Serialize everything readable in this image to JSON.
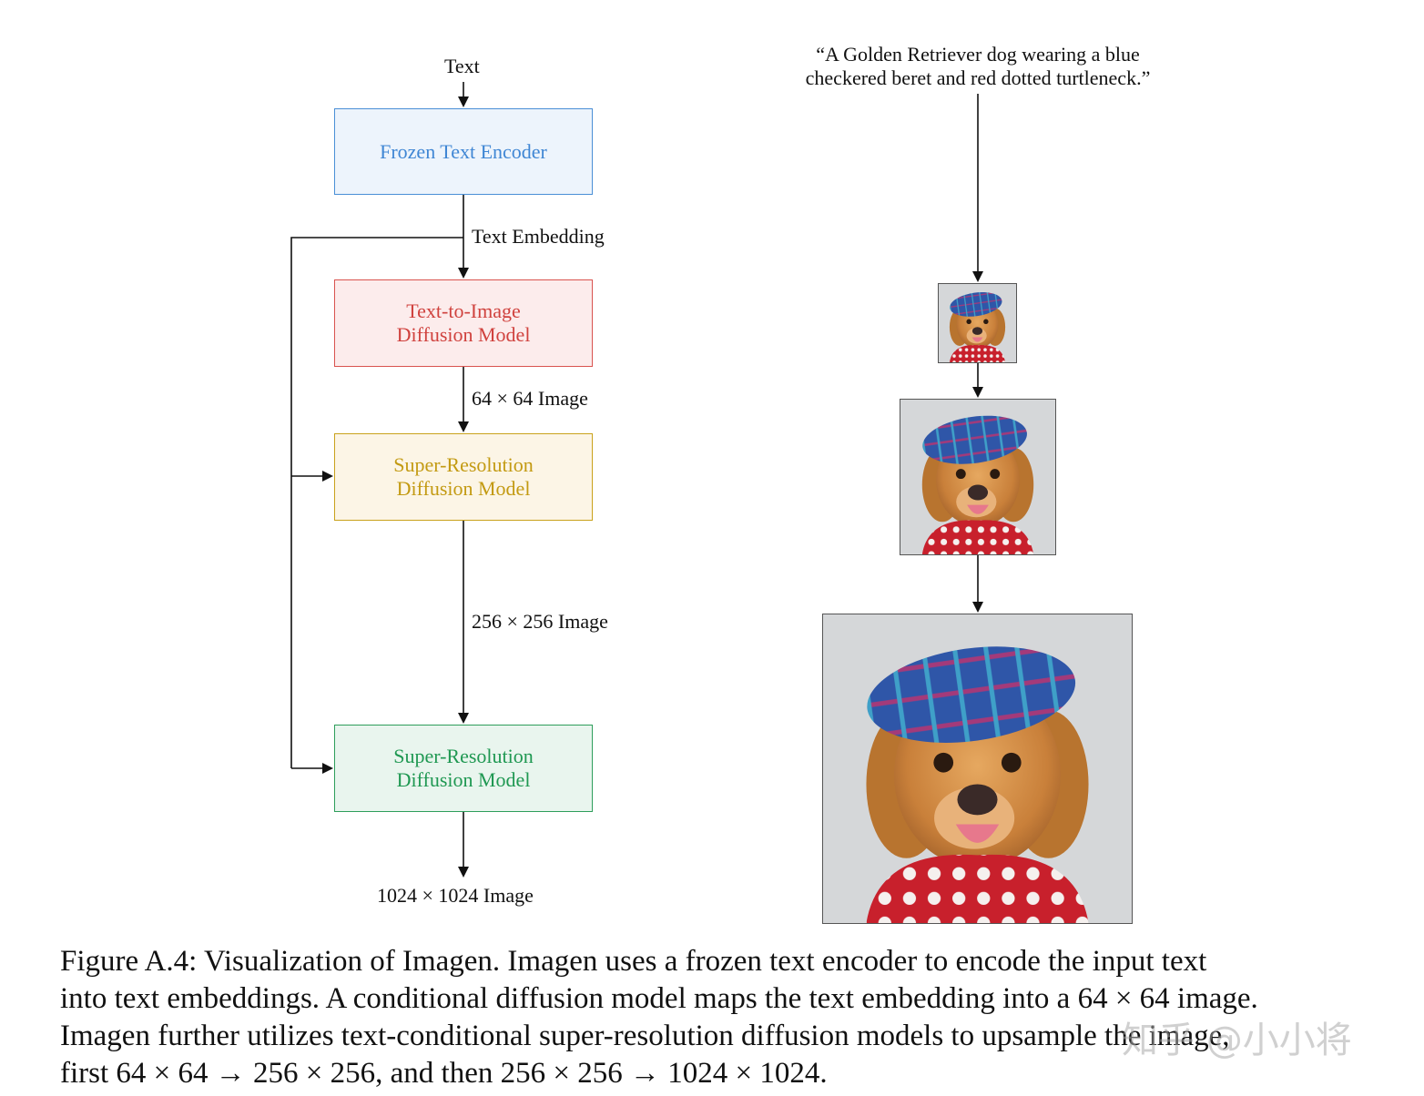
{
  "diagram": {
    "input_label": "Text",
    "encoder_label": "Frozen Text Encoder",
    "embedding_label": "Text Embedding",
    "t2i_line1": "Text-to-Image",
    "t2i_line2": "Diffusion Model",
    "edge_64": "64 × 64 Image",
    "sr1_line1": "Super-Resolution",
    "sr1_line2": "Diffusion Model",
    "edge_256": "256 × 256 Image",
    "sr2_line1": "Super-Resolution",
    "sr2_line2": "Diffusion Model",
    "output_label": "1024 × 1024 Image",
    "colors": {
      "encoder_border": "#4a8fd6",
      "encoder_fill": "#edf4fc",
      "encoder_text": "#3f86d4",
      "t2i_border": "#d9534f",
      "t2i_fill": "#fcecec",
      "t2i_text": "#d0423e",
      "sr1_border": "#c9a21b",
      "sr1_fill": "#fcf5e6",
      "sr1_text": "#c39a12",
      "sr2_border": "#2e9e5b",
      "sr2_fill": "#e9f5ee",
      "sr2_text": "#1f9852"
    }
  },
  "example": {
    "prompt_line1": "“A Golden Retriever dog wearing a blue",
    "prompt_line2": "checkered beret and red dotted turtleneck.”",
    "images": [
      "64x64 dog image",
      "256x256 dog image",
      "1024x1024 dog image"
    ]
  },
  "caption": {
    "line1": "Figure A.4: Visualization of Imagen. Imagen uses a frozen text encoder to encode the input text",
    "line2": "into text embeddings. A conditional diffusion model maps the text embedding into a 64 × 64 image.",
    "line3": "Imagen further utilizes text-conditional super-resolution diffusion models to upsample the image,",
    "line4": "first 64 × 64 → 256 × 256, and then 256 × 256 → 1024 × 1024."
  },
  "watermark": "知乎 @小小将"
}
